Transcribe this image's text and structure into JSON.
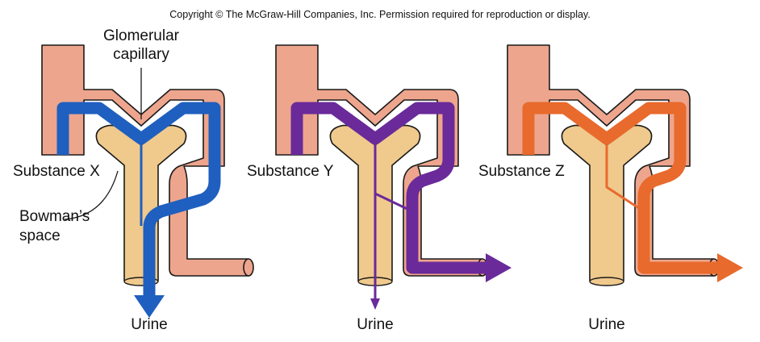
{
  "copyright": "Copyright © The McGraw-Hill Companies, Inc. Permission required for reproduction or display.",
  "labels": {
    "glomerular_1": "Glomerular",
    "glomerular_2": "capillary",
    "bowmans_1": "Bowman’s",
    "bowmans_2": "space"
  },
  "panels": [
    {
      "substance": "Substance X",
      "urine": "Urine",
      "color": "#1f5fbf"
    },
    {
      "substance": "Substance Y",
      "urine": "Urine",
      "color": "#6a2a9a"
    },
    {
      "substance": "Substance Z",
      "urine": "Urine",
      "color": "#e86a2c"
    }
  ],
  "colors": {
    "capillary_fill": "#eea58d",
    "tubule_fill": "#f0c98c",
    "outline": "#1a1a1a"
  }
}
